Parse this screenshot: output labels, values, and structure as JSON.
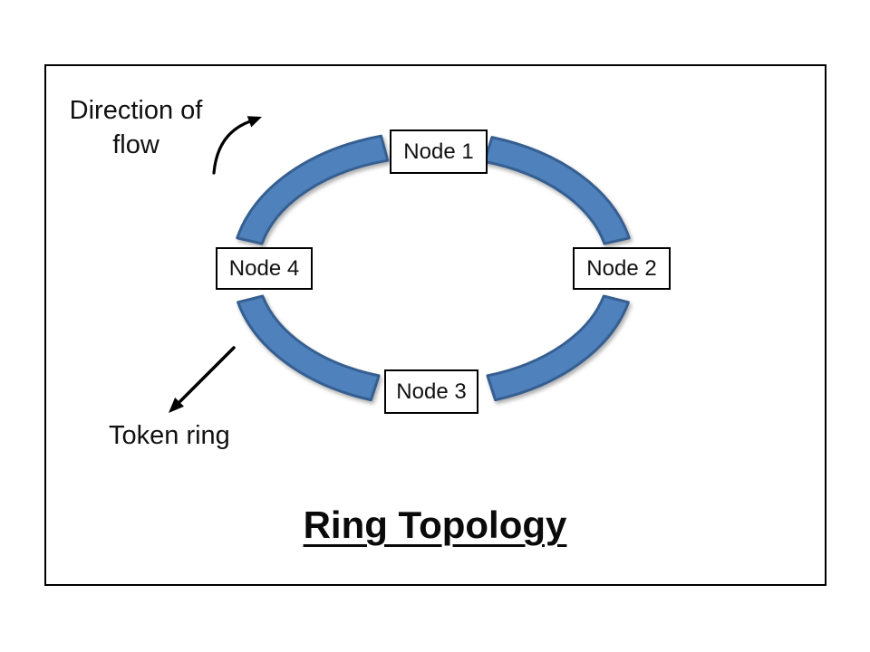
{
  "title": "Ring Topology",
  "labels": {
    "direction_line1": "Direction of",
    "direction_line2": "flow",
    "token_ring": "Token ring"
  },
  "nodes": [
    {
      "label": "Node 1"
    },
    {
      "label": "Node 2"
    },
    {
      "label": "Node 3"
    },
    {
      "label": "Node 4"
    }
  ],
  "colors": {
    "ring_fill": "#4f81bd",
    "ring_stroke": "#365f91",
    "arrow": "#000000",
    "frame_border": "#000000",
    "background": "#ffffff"
  },
  "diagram": {
    "type": "ring-topology",
    "node_count": 4,
    "flow_direction": "clockwise"
  }
}
